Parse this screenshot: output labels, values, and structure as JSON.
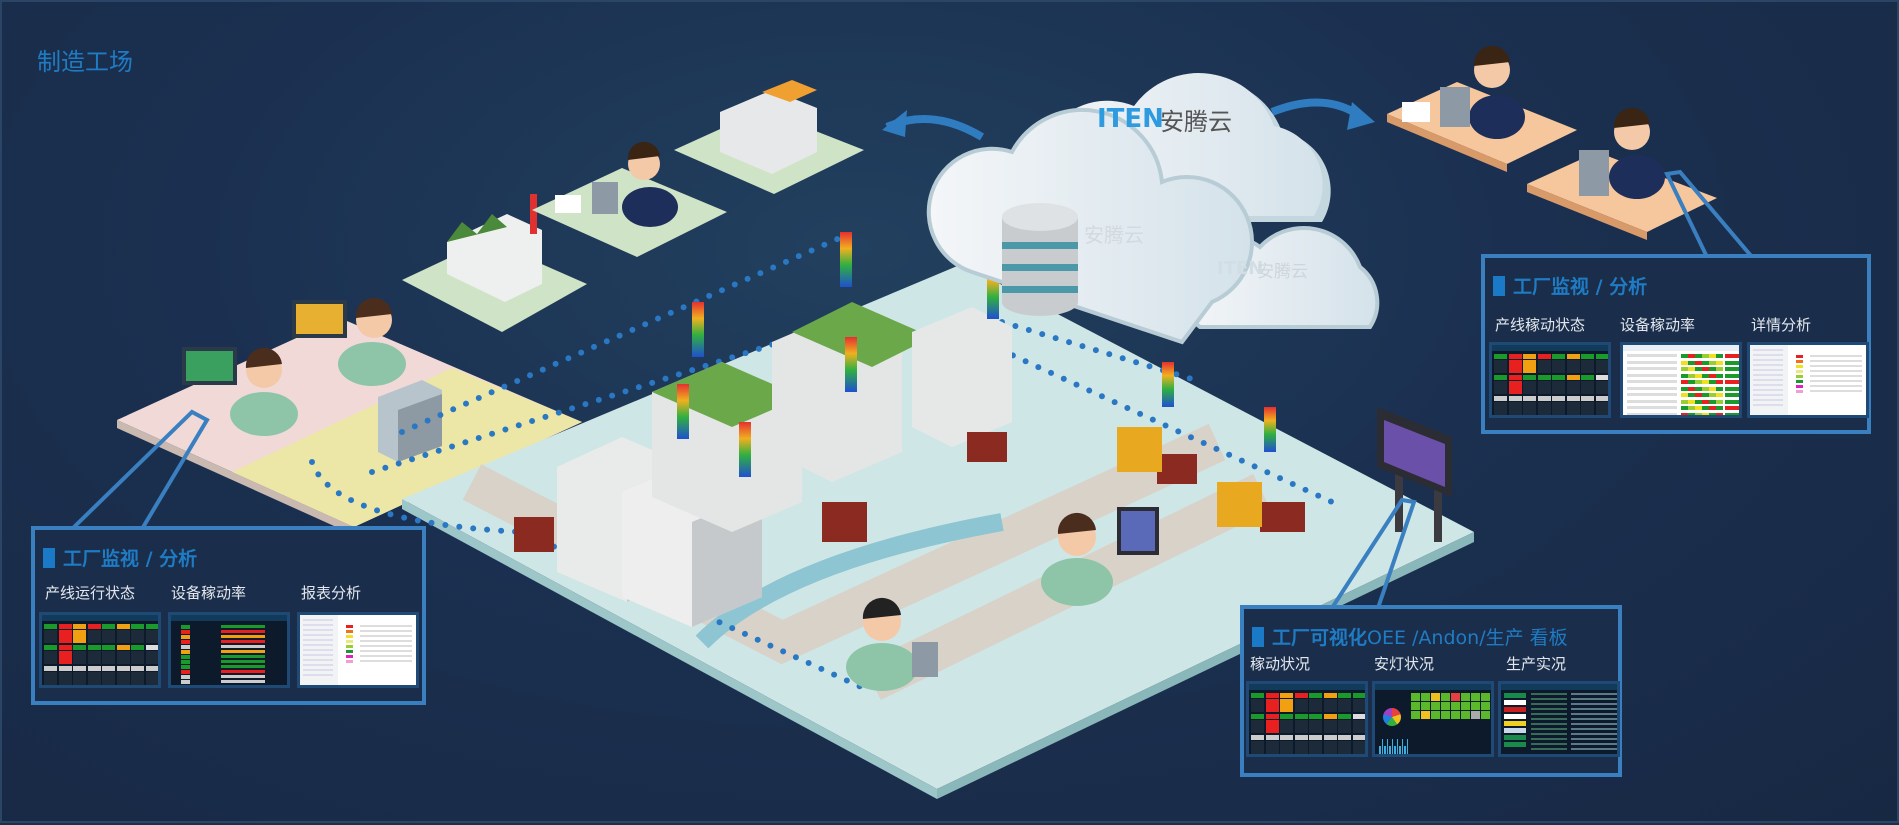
{
  "page": {
    "title": "制造工场"
  },
  "cloud": {
    "brand_latin": "ITEN",
    "brand_cn": "安腾云"
  },
  "panels": {
    "cloud_monitor": {
      "title": "工厂监视 / 分析",
      "items": [
        {
          "label": "产线稼动状态",
          "thumb": "status-grid"
        },
        {
          "label": "设备稼动率",
          "thumb": "heat-table"
        },
        {
          "label": "详情分析",
          "thumb": "report"
        }
      ]
    },
    "onsite_monitor": {
      "title": "工厂监视 / 分析",
      "items": [
        {
          "label": "产线运行状态",
          "thumb": "status-grid"
        },
        {
          "label": "设备稼动率",
          "thumb": "bar-table"
        },
        {
          "label": "报表分析",
          "thumb": "report"
        }
      ]
    },
    "visualization": {
      "title_bold": "工厂可视化",
      "title_rest": " OEE /Andon/生产 看板",
      "items": [
        {
          "label": "稼动状况",
          "thumb": "status-grid"
        },
        {
          "label": "安灯状况",
          "thumb": "andon"
        },
        {
          "label": "生产实况",
          "thumb": "production"
        }
      ]
    }
  },
  "colors": {
    "accent": "#1f7cc4",
    "panel_border": "#3a7fc0",
    "background": "#1b2e4a",
    "floor": "#cfe6e6"
  }
}
